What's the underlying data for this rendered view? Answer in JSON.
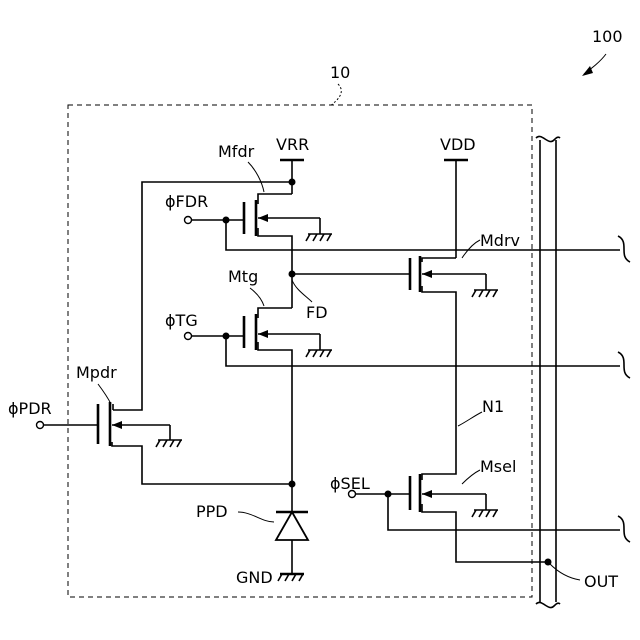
{
  "figure": {
    "device_ref": "100",
    "pixel_ref": "10"
  },
  "supplies": {
    "vrr": "VRR",
    "vdd": "VDD",
    "gnd": "GND"
  },
  "signals": {
    "fdr": "ϕFDR",
    "tg": "ϕTG",
    "pdr": "ϕPDR",
    "sel": "ϕSEL"
  },
  "transistors": {
    "mfdr": "Mfdr",
    "mtg": "Mtg",
    "mpdr": "Mpdr",
    "mdrv": "Mdrv",
    "msel": "Msel"
  },
  "nodes": {
    "fd": "FD",
    "n1": "N1",
    "ppd": "PPD",
    "out": "OUT"
  }
}
